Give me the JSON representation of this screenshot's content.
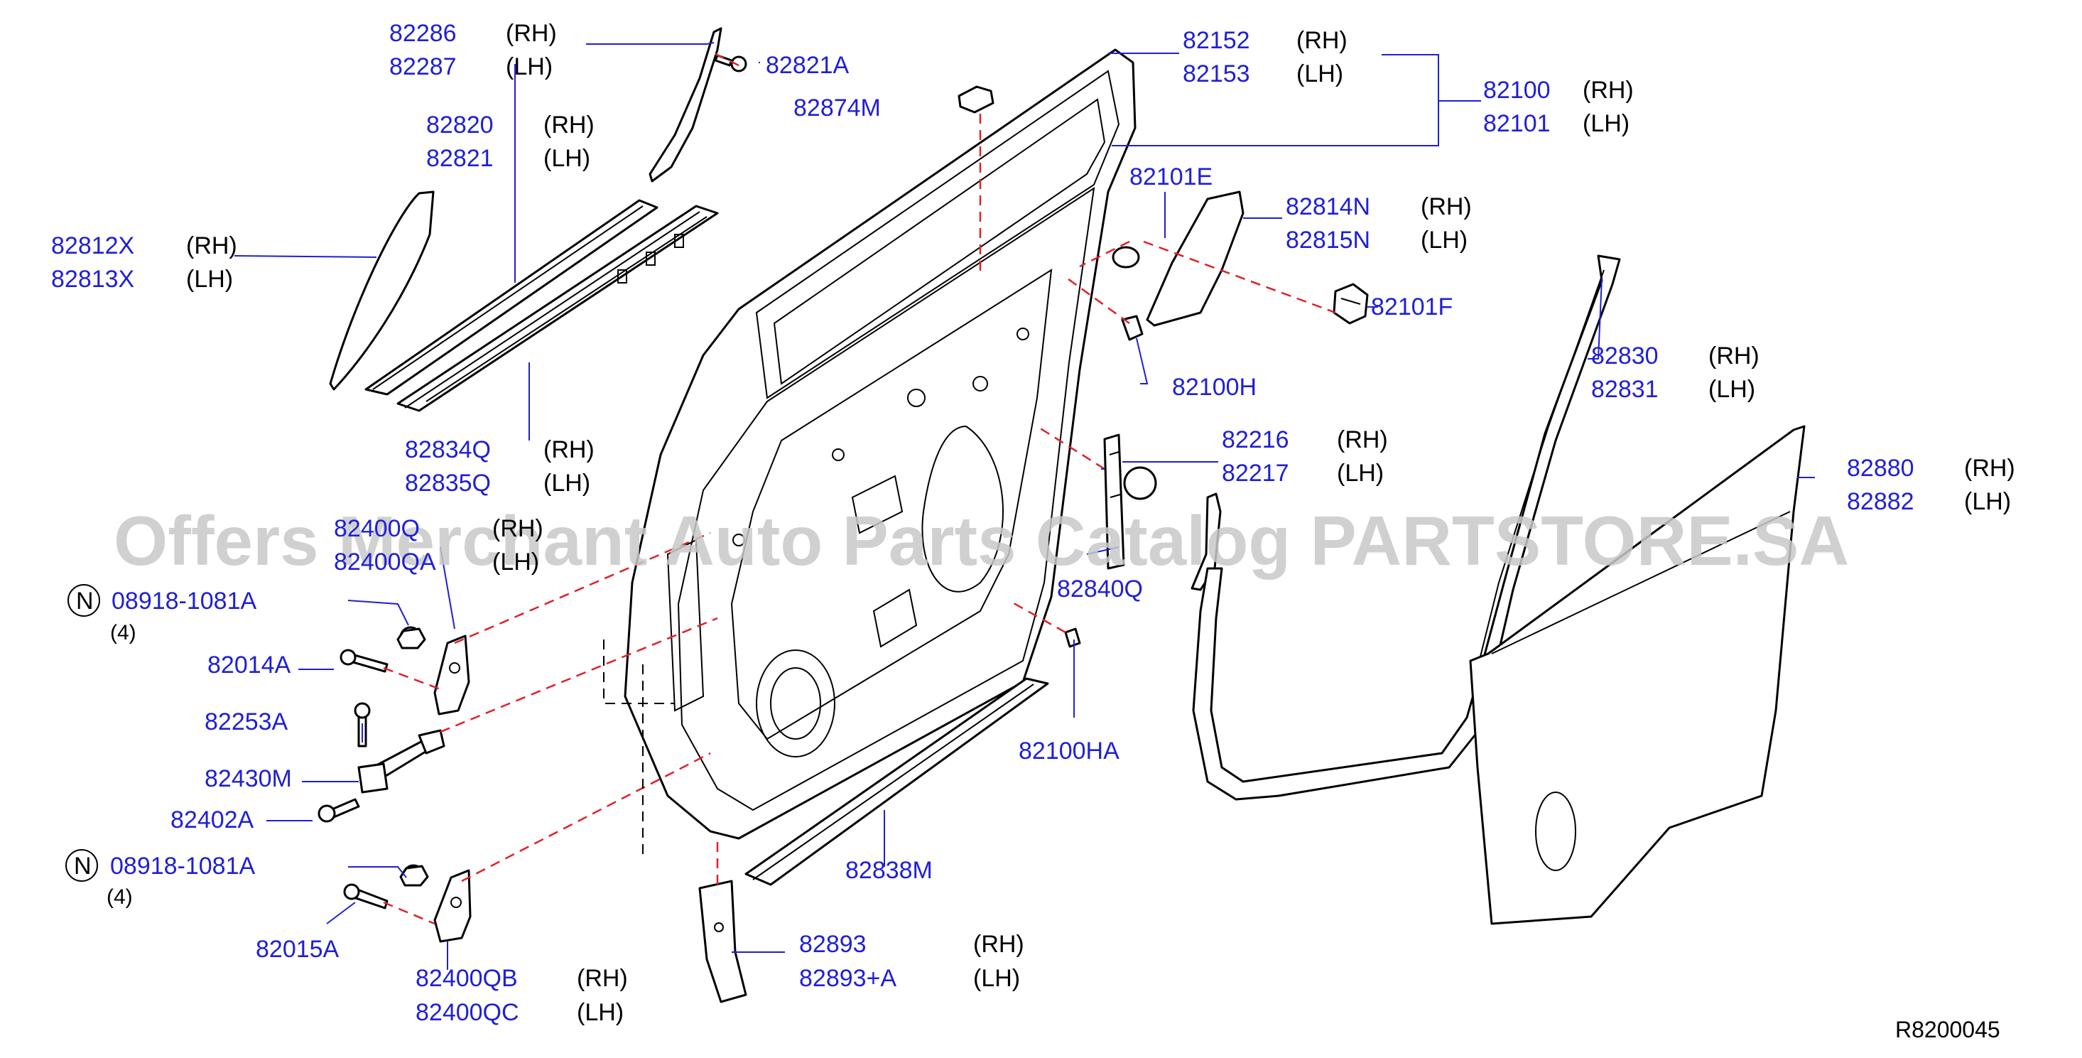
{
  "watermark": "Offers Merchant Auto Parts Catalog PARTSTORE.SA",
  "reference": "R8200045",
  "nut_symbol": "N",
  "labels": {
    "p82286": "82286",
    "p82286_side": "(RH)",
    "p82287": "82287",
    "p82287_side": "(LH)",
    "p82821A": "82821A",
    "p82874M": "82874M",
    "p82152": "82152",
    "p82152_side": "(RH)",
    "p82153": "82153",
    "p82153_side": "(LH)",
    "p82100": "82100",
    "p82100_side": "(RH)",
    "p82101": "82101",
    "p82101_side": "(LH)",
    "p82820": "82820",
    "p82820_side": "(RH)",
    "p82821": "82821",
    "p82821_side": "(LH)",
    "p82812X": "82812X",
    "p82812X_side": "(RH)",
    "p82813X": "82813X",
    "p82813X_side": "(LH)",
    "p82101E": "82101E",
    "p82814N": "82814N",
    "p82814N_side": "(RH)",
    "p82815N": "82815N",
    "p82815N_side": "(LH)",
    "p82101F": "82101F",
    "p82830": "82830",
    "p82830_side": "(RH)",
    "p82831": "82831",
    "p82831_side": "(LH)",
    "p82100H": "82100H",
    "p82834Q": "82834Q",
    "p82834Q_side": "(RH)",
    "p82835Q": "82835Q",
    "p82835Q_side": "(LH)",
    "p82216": "82216",
    "p82216_side": "(RH)",
    "p82217": "82217",
    "p82217_side": "(LH)",
    "p82880": "82880",
    "p82880_side": "(RH)",
    "p82882": "82882",
    "p82882_side": "(LH)",
    "p82400Q": "82400Q",
    "p82400Q_side": "(RH)",
    "p82400QA": "82400QA",
    "p82400QA_side": "(LH)",
    "p08918_top": "08918-1081A",
    "qty_top": "(4)",
    "p82840Q": "82840Q",
    "p82014A": "82014A",
    "p82253A": "82253A",
    "p82100HA": "82100HA",
    "p82430M": "82430M",
    "p82402A": "82402A",
    "p08918_bottom": "08918-1081A",
    "qty_bottom": "(4)",
    "p82838M": "82838M",
    "p82015A": "82015A",
    "p82893": "82893",
    "p82893_side": "(RH)",
    "p82893A": "82893+A",
    "p82893A_side": "(LH)",
    "p82400QB": "82400QB",
    "p82400QB_side": "(RH)",
    "p82400QC": "82400QC",
    "p82400QC_side": "(LH)"
  }
}
